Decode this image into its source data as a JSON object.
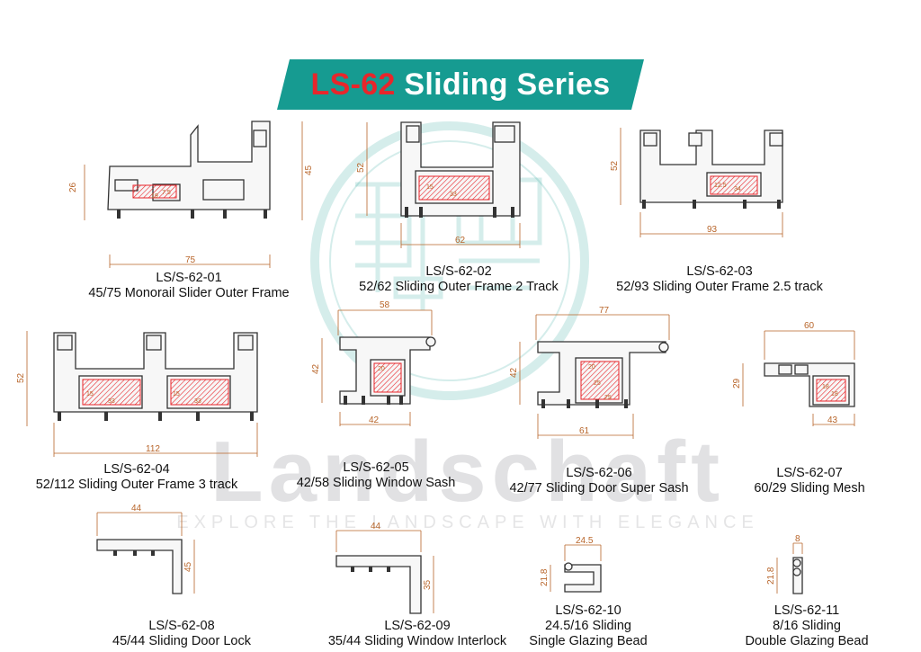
{
  "header": {
    "title_code": "LS-62",
    "title_text": "Sliding Series",
    "accent_color": "#e8262b",
    "banner_color": "#169b91"
  },
  "watermark": {
    "brand": "Landschaft",
    "tagline": "EXPLORE THE LANDSCAPE WITH ELEGANCE"
  },
  "profiles": [
    {
      "code": "LS/S-62-01",
      "name": "45/75 Monorail Slider Outer Frame",
      "dims": [
        "26",
        "45",
        "75",
        "7.5",
        "19"
      ]
    },
    {
      "code": "LS/S-62-02",
      "name": "52/62 Sliding Outer Frame 2 Track",
      "dims": [
        "52",
        "62",
        "15",
        "33"
      ]
    },
    {
      "code": "LS/S-62-03",
      "name": "52/93 Sliding Outer Frame 2.5 track",
      "dims": [
        "52",
        "93",
        "12.5",
        "34"
      ]
    },
    {
      "code": "LS/S-62-04",
      "name": "52/112 Sliding Outer Frame 3 track",
      "dims": [
        "52",
        "112",
        "15",
        "33",
        "15",
        "33"
      ]
    },
    {
      "code": "LS/S-62-05",
      "name": "42/58 Sliding Window Sash",
      "dims": [
        "58",
        "42",
        "42",
        "20"
      ]
    },
    {
      "code": "LS/S-62-06",
      "name": "42/77 Sliding Door Super Sash",
      "dims": [
        "77",
        "42",
        "61",
        "20",
        "25",
        "25"
      ]
    },
    {
      "code": "LS/S-62-07",
      "name": "60/29 Sliding Mesh",
      "dims": [
        "60",
        "29",
        "43",
        "18",
        "18"
      ]
    },
    {
      "code": "LS/S-62-08",
      "name": "45/44 Sliding Door Lock",
      "dims": [
        "44",
        "45"
      ]
    },
    {
      "code": "LS/S-62-09",
      "name": "35/44 Sliding Window Interlock",
      "dims": [
        "44",
        "35"
      ]
    },
    {
      "code": "LS/S-62-10",
      "name1": "24.5/16 Sliding",
      "name2": "Single Glazing Bead",
      "dims": [
        "24.5",
        "21.8"
      ]
    },
    {
      "code": "LS/S-62-11",
      "name1": "8/16 Sliding",
      "name2": "Double Glazing Bead",
      "dims": [
        "8",
        "21.8"
      ]
    }
  ]
}
